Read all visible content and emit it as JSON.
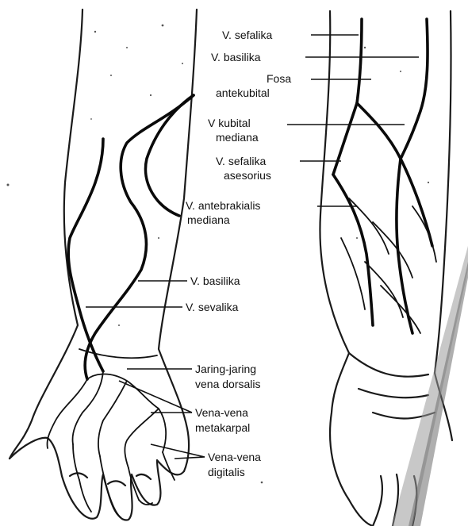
{
  "labels": {
    "v_sefalika": "V. sefalika",
    "v_basilika_top": "V. basilika",
    "fosa_line1": "Fosa",
    "fosa_line2": "antekubital",
    "kubital_line1": "V kubital",
    "kubital_line2": "mediana",
    "sefalika_asesorius_line1": "V. sefalika",
    "sefalika_asesorius_line2": "asesorius",
    "antebrakialis_line1": "V. antebrakialis",
    "antebrakialis_line2": "mediana",
    "v_basilika_mid": "V. basilika",
    "v_sevalika": "V. sevalika",
    "jaring_line1": "Jaring-jaring",
    "jaring_line2": "vena dorsalis",
    "metakarpal_line1": "Vena-vena",
    "metakarpal_line2": "metakarpal",
    "digitalis_line1": "Vena-vena",
    "digitalis_line2": "digitalis"
  },
  "colors": {
    "ink": "#111111",
    "paper": "#ffffff",
    "pen_shadow": "#9a9a9a"
  }
}
